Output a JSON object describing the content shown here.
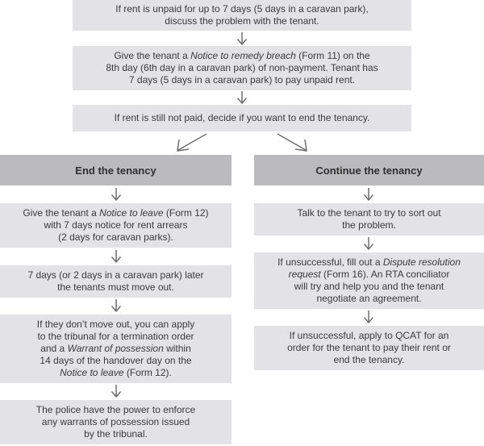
{
  "colors": {
    "box_bg": "#e3e3e5",
    "header_bg": "#bbbbbd",
    "text": "#3b3b3b",
    "header_text": "#2f2f2f",
    "arrow": "#6e6e6e"
  },
  "icons": {
    "down": "down-arrow",
    "branch_left": "down-left-arrow",
    "branch_right": "down-right-arrow"
  },
  "flow": {
    "top_steps": [
      {
        "lines": [
          [
            {
              "t": "If rent is unpaid for up to 7 days (5 days in a caravan park),"
            }
          ],
          [
            {
              "t": "discuss the problem with the tenant."
            }
          ]
        ]
      },
      {
        "lines": [
          [
            {
              "t": "Give the tenant a "
            },
            {
              "t": "Notice to remedy breach",
              "i": true
            },
            {
              "t": " (Form 11) on the"
            }
          ],
          [
            {
              "t": "8th day (6th day in a caravan park) of non-payment. Tenant has"
            }
          ],
          [
            {
              "t": "7 days (5 days in a caravan park) to pay unpaid rent."
            }
          ]
        ]
      },
      {
        "lines": [
          [
            {
              "t": "If rent is still not paid, decide if you want to end the tenancy."
            }
          ]
        ]
      }
    ],
    "branches": {
      "end": {
        "header": "End the tenancy",
        "steps": [
          {
            "lines": [
              [
                {
                  "t": "Give the tenant a "
                },
                {
                  "t": "Notice to leave",
                  "i": true
                },
                {
                  "t": " (Form 12)"
                }
              ],
              [
                {
                  "t": "with 7 days notice for rent arrears"
                }
              ],
              [
                {
                  "t": "(2 days for caravan parks)."
                }
              ]
            ]
          },
          {
            "lines": [
              [
                {
                  "t": "7 days (or 2 days in a caravan park) later"
                }
              ],
              [
                {
                  "t": "the tenants must move out."
                }
              ]
            ]
          },
          {
            "lines": [
              [
                {
                  "t": "If they don’t move out, you can apply"
                }
              ],
              [
                {
                  "t": "to the tribunal for a termination order"
                }
              ],
              [
                {
                  "t": "and a "
                },
                {
                  "t": "Warrant of possession",
                  "i": true
                },
                {
                  "t": " within"
                }
              ],
              [
                {
                  "t": "14 days of the handover day on the"
                }
              ],
              [
                {
                  "t": "Notice to leave",
                  "i": true
                },
                {
                  "t": " (Form 12)."
                }
              ]
            ]
          },
          {
            "lines": [
              [
                {
                  "t": "The police have the power to enforce"
                }
              ],
              [
                {
                  "t": "any warrants of possession issued"
                }
              ],
              [
                {
                  "t": "by the tribunal."
                }
              ]
            ]
          }
        ]
      },
      "continue": {
        "header": "Continue the tenancy",
        "steps": [
          {
            "lines": [
              [
                {
                  "t": "Talk to the tenant to try to sort out"
                }
              ],
              [
                {
                  "t": "the problem."
                }
              ]
            ]
          },
          {
            "lines": [
              [
                {
                  "t": "If unsuccessful, fill out a "
                },
                {
                  "t": "Dispute resolution",
                  "i": true
                }
              ],
              [
                {
                  "t": "request",
                  "i": true
                },
                {
                  "t": " (Form 16). An RTA conciliator"
                }
              ],
              [
                {
                  "t": "will try and help you and the tenant"
                }
              ],
              [
                {
                  "t": "negotiate an agreement."
                }
              ]
            ]
          },
          {
            "lines": [
              [
                {
                  "t": "If unsuccessful, apply to QCAT for an"
                }
              ],
              [
                {
                  "t": "order for the tenant to pay their rent or"
                }
              ],
              [
                {
                  "t": "end the tenancy."
                }
              ]
            ]
          }
        ]
      }
    }
  }
}
